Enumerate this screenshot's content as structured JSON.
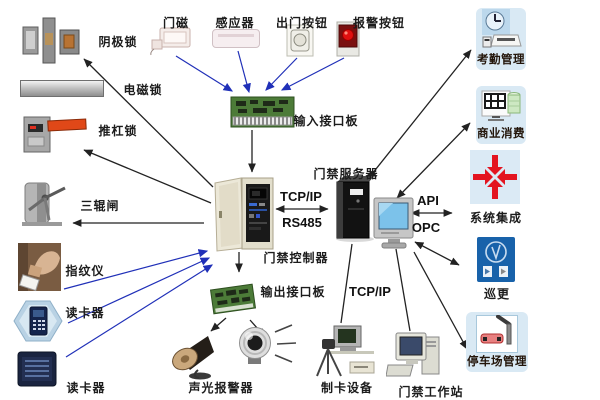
{
  "peripherals_left": [
    {
      "name": "cathode-lock",
      "label": "阴极锁"
    },
    {
      "name": "magnetic-lock",
      "label": "电磁锁"
    },
    {
      "name": "push-bar-lock",
      "label": "推杠锁"
    },
    {
      "name": "tripod-turnstile",
      "label": "三辊闸"
    },
    {
      "name": "fingerprint-reader",
      "label": "指纹仪"
    },
    {
      "name": "card-reader-1",
      "label": "读卡器"
    },
    {
      "name": "card-reader-2",
      "label": "读卡器"
    }
  ],
  "peripherals_top": [
    {
      "name": "door-magnet",
      "label": "门磁"
    },
    {
      "name": "sensor",
      "label": "感应器"
    },
    {
      "name": "exit-button",
      "label": "出门按钮"
    },
    {
      "name": "alarm-button",
      "label": "报警按钮"
    }
  ],
  "core": {
    "input_board_label": "输入接口板",
    "controller_label": "门禁控制器",
    "server_label": "门禁服务器",
    "output_board_label": "输出接口板"
  },
  "protocols": {
    "controller_server_up": "TCP/IP",
    "controller_server_down": "RS485",
    "monitor_integration_up": "API",
    "monitor_integration_down": "OPC",
    "server_lan": "TCP/IP"
  },
  "modules_right": [
    {
      "name": "attendance-management",
      "label": "考勤管理"
    },
    {
      "name": "commercial-consume",
      "label": "商业消费"
    },
    {
      "name": "system-integration",
      "label": "系统集成"
    },
    {
      "name": "patrol",
      "label": "巡更"
    },
    {
      "name": "parking-management",
      "label": "停车场管理"
    }
  ],
  "devices_bottom": [
    {
      "name": "sound-light-alarm",
      "label": "声光报警器"
    },
    {
      "name": "card-maker",
      "label": "制卡设备"
    },
    {
      "name": "access-workstation",
      "label": "门禁工作站"
    }
  ],
  "colors": {
    "arrow_black": "#222222",
    "arrow_blue": "#2030b8",
    "module_bg": "#d9e9f4",
    "patrol_bg": "#1862aa",
    "integration_red": "#e31420",
    "pcb_green": "#4c7b38",
    "screen_blue": "#7cc2ea"
  }
}
